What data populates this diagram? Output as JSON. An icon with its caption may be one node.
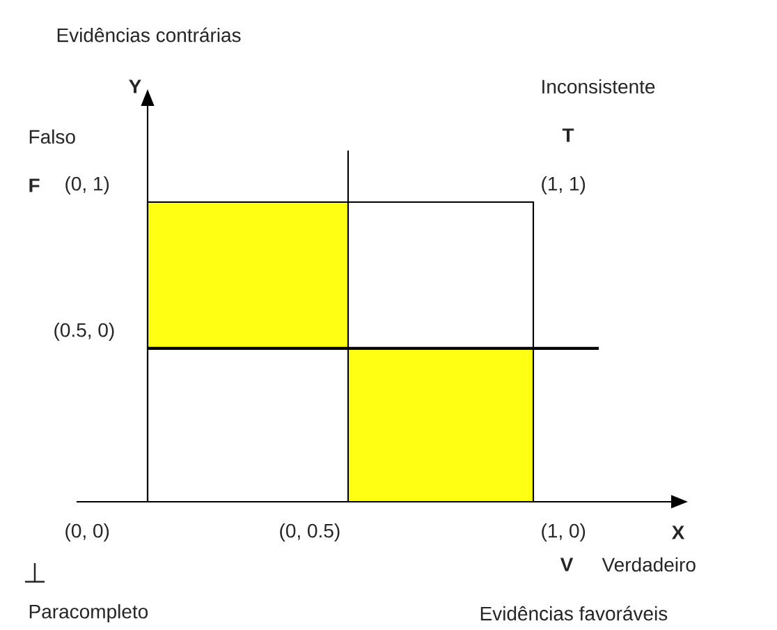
{
  "diagram": {
    "labels": [
      "Evidências contrárias",
      "Y",
      "Inconsistente",
      "Falso",
      "T",
      "F",
      "(0, 1)",
      "(1, 1)",
      "(0.5, 0)",
      "(0, 0)",
      "(0, 0.5)",
      "(1, 0)",
      "X",
      "⊥",
      "V",
      "Verdadeiro",
      "Paracompleto",
      "Evidências favoráveis"
    ]
  }
}
